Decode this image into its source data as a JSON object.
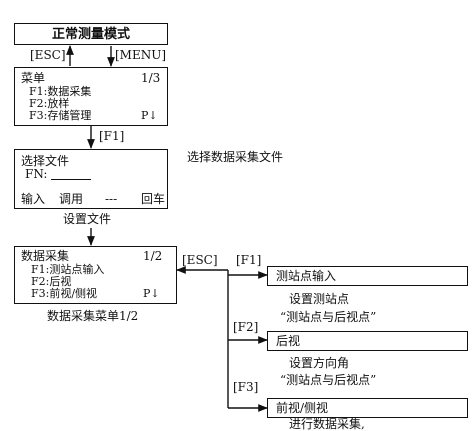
{
  "title_box": {
    "label": "正常测量模式"
  },
  "nav_keys": {
    "esc": "[ESC]",
    "menu": "[MENU]"
  },
  "menu_screen": {
    "title": "菜单",
    "page": "1/3",
    "items": [
      "F1:数据采集",
      "F2:放样",
      "F3:存储管理"
    ],
    "page_arrow": "P↓"
  },
  "f1_key": "[F1]",
  "select_file_screen": {
    "title": "选择文件",
    "field_label": "FN:",
    "softkeys": [
      "输入",
      "调用",
      "---",
      "回车"
    ]
  },
  "select_file_note": "选择数据采集文件",
  "set_file_label": "设置文件",
  "data_collect_screen": {
    "title": "数据采集",
    "page": "1/2",
    "items": [
      "F1:测站点输入",
      "F2:后视",
      "F3:前视/侧视"
    ],
    "page_arrow": "P↓"
  },
  "data_collect_caption": "数据采集菜单1/2",
  "branch_keys": {
    "esc": "[ESC]",
    "f1": "[F1]",
    "f2": "[F2]",
    "f3": "[F3]"
  },
  "results": [
    {
      "label": "测站点输入",
      "desc": "设置测站点",
      "ref": "“测站点与后视点”"
    },
    {
      "label": "后视",
      "desc": "设置方向角",
      "ref": "“测站点与后视点”"
    },
    {
      "label": "前视/侧视",
      "desc": "进行数据采集,",
      "ref": ""
    }
  ]
}
